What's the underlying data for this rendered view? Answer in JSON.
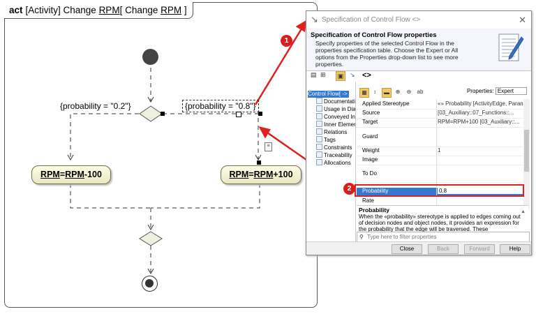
{
  "diagram": {
    "frame_keyword": "act",
    "frame_label_parts": [
      "[Activity] Change ",
      "RPM",
      "[ Change ",
      "RPM",
      " ]"
    ],
    "guard_left": "{probability = \"0.2\"}",
    "guard_right": "{probability = \"0.8\"}",
    "action_left_parts": [
      "RPM",
      "=",
      "RPM",
      "-100"
    ],
    "action_right_parts": [
      "RPM",
      "=",
      "RPM",
      "+100"
    ]
  },
  "dialog": {
    "title": "Specification of Control Flow <>",
    "close_glyph": "✕",
    "header_title": "Specification of Control Flow properties",
    "header_desc": "Specify properties of the selected Control Flow in the properties specification table. Choose the Expert or All options from the Properties drop-down list to see more properties.",
    "main_title": "<>",
    "tree": [
      {
        "label": "Control Flow[ ->",
        "selected": true
      },
      {
        "label": "Documentatio",
        "selected": false
      },
      {
        "label": "Usage in Diag",
        "selected": false
      },
      {
        "label": "Conveyed Info",
        "selected": false
      },
      {
        "label": "Inner Elemen",
        "selected": false
      },
      {
        "label": "Relations",
        "selected": false
      },
      {
        "label": "Tags",
        "selected": false
      },
      {
        "label": "Constraints",
        "selected": false
      },
      {
        "label": "Traceability",
        "selected": false
      },
      {
        "label": "Allocations",
        "selected": false
      }
    ],
    "properties_label": "Properties:",
    "properties_mode": "Expert",
    "rows": [
      {
        "name": "Applied Stereotype",
        "value": "«» Probability [ActivityEdge, Parame"
      },
      {
        "name": "Source",
        "value": "[03_Auxiliary::07_Functions::..."
      },
      {
        "name": "Target",
        "value": "RPM=RPM+100 [03_Auxiliary::..."
      },
      {
        "name": "Guard",
        "value": ""
      },
      {
        "name": "Weight",
        "value": "1"
      },
      {
        "name": "Image",
        "value": ""
      },
      {
        "name": "To Do",
        "value": ""
      },
      {
        "name": "Probability",
        "value": "0.8"
      },
      {
        "name": "Rate",
        "value": ""
      }
    ],
    "description_title": "Probability",
    "description_text": "When the «probability» stereotype is applied to edges coming out of decision nodes and object nodes, it provides an expression for the probability that the edge will be traversed. These",
    "filter_placeholder": "Type here to filter properties",
    "buttons": {
      "close": "Close",
      "back": "Back",
      "forward": "Forward",
      "help": "Help"
    }
  },
  "callouts": {
    "first": "1",
    "second": "2"
  },
  "colors": {
    "callout": "#d91f1e",
    "selection": "#3478d4"
  }
}
